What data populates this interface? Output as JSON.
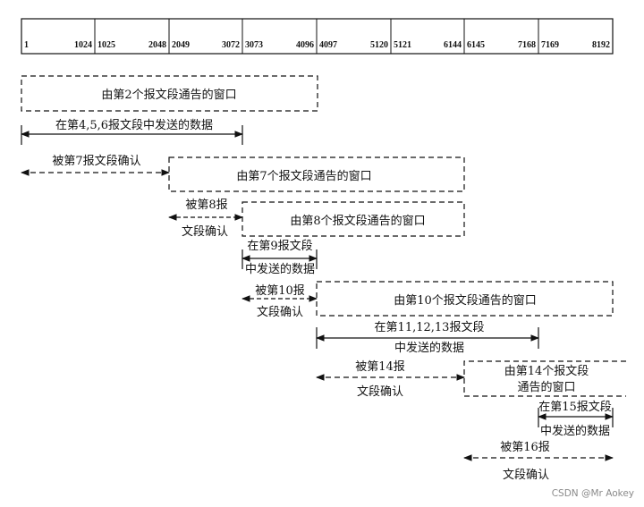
{
  "byte_ruler": {
    "segments": [
      {
        "start": "1",
        "end": "1024"
      },
      {
        "start": "1025",
        "end": "2048"
      },
      {
        "start": "2049",
        "end": "3072"
      },
      {
        "start": "3073",
        "end": "4096"
      },
      {
        "start": "4097",
        "end": "5120"
      },
      {
        "start": "5121",
        "end": "6144"
      },
      {
        "start": "6145",
        "end": "7168"
      },
      {
        "start": "7169",
        "end": "8192"
      }
    ]
  },
  "windows": {
    "w2": "由第2个报文段通告的窗口",
    "w7": "由第7个报文段通告的窗口",
    "w8": "由第8个报文段通告的窗口",
    "w10": "由第10个报文段通告的窗口",
    "w14_line1": "由第14个报文段",
    "w14_line2": "通告的窗口"
  },
  "sends": {
    "s456": "在第4,5,6报文段中发送的数据",
    "s9_line1": "在第9报文段",
    "s9_line2": "中发送的数据",
    "s111213_line1": "在第11,12,13报文段",
    "s111213_line2": "中发送的数据",
    "s15_line1": "在第15报文段",
    "s15_line2": "中发送的数据"
  },
  "acks": {
    "a7": "被第7报文段确认",
    "a8_line1": "被第8报",
    "a8_line2": "文段确认",
    "a10_line1": "被第10报",
    "a10_line2": "文段确认",
    "a14_line1": "被第14报",
    "a14_line2": "文段确认",
    "a16_line1": "被第16报",
    "a16_line2": "文段确认"
  },
  "watermark": "CSDN @Mr  Aokey"
}
